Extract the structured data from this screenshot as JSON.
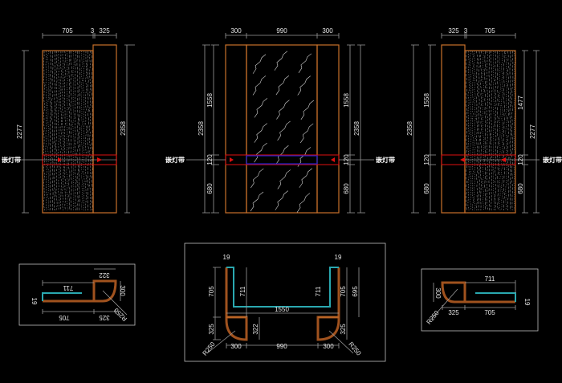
{
  "colors": {
    "panel_outline": "#c8702a",
    "light_strip": "#e01010",
    "blue_band": "#2020d0",
    "plan_wall": "#a0521e",
    "plan_glass": "#2aa8b0"
  },
  "label": "嵌灯带",
  "elev_left": {
    "top": [
      "705",
      "3",
      "325"
    ],
    "left": "2277",
    "right": "2358"
  },
  "elev_mid": {
    "top": [
      "300",
      "990",
      "300"
    ],
    "left_total": "2358",
    "left": [
      "1558",
      "120",
      "680"
    ],
    "right": [
      "1558",
      "120",
      "680"
    ],
    "right_total": "2358"
  },
  "elev_right": {
    "top": [
      "325",
      "3",
      "705"
    ],
    "left_total": "2358",
    "left": [
      "1558",
      "120",
      "680"
    ],
    "right": [
      "1477",
      "120",
      "680"
    ],
    "right_total": "2277"
  },
  "plan_left": {
    "d711": "711",
    "d322": "322",
    "d300": "300",
    "d705": "705",
    "d325": "325",
    "d19": "19",
    "r": "R250"
  },
  "plan_mid": {
    "l705": "705",
    "l325": "325",
    "l711": "711",
    "r711": "711",
    "d1550": "1550",
    "d322": "322",
    "b": [
      "300",
      "990",
      "300"
    ],
    "l19": "19",
    "r19": "19",
    "r705": "705",
    "r695": "695",
    "r325": "325",
    "lr": "R250",
    "rr": "R250"
  },
  "plan_right": {
    "d711": "711",
    "d300": "300",
    "d325": "325",
    "d705": "705",
    "d19": "19",
    "r": "R250"
  }
}
